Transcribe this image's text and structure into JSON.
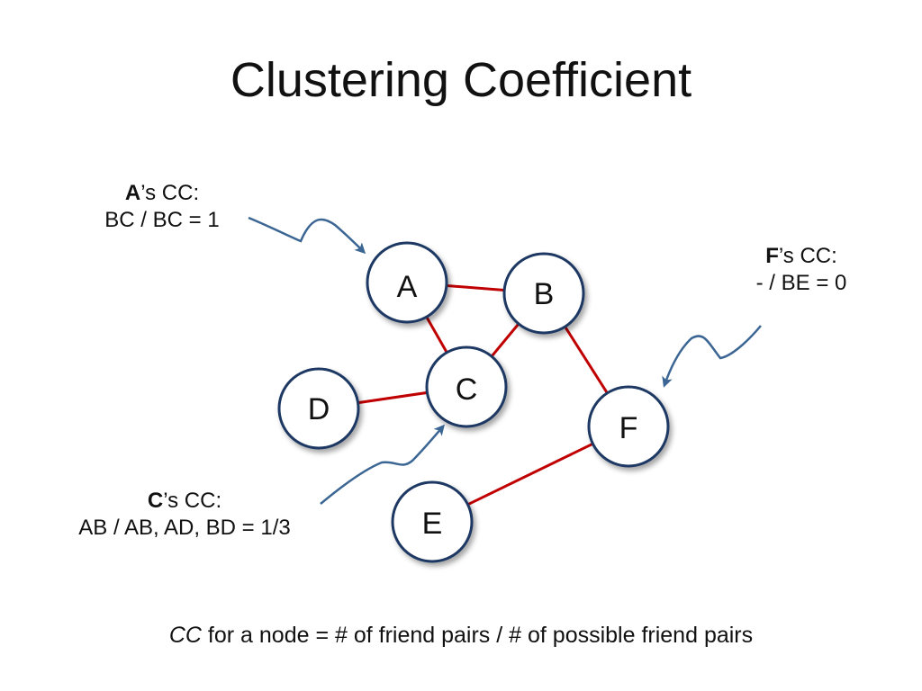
{
  "slide": {
    "title": "Clustering Coefficient",
    "footer": {
      "term": "CC",
      "text": " for a node = # of friend pairs / # of possible friend pairs"
    }
  },
  "diagram": {
    "node_labels": {
      "A": "A",
      "B": "B",
      "C": "C",
      "D": "D",
      "E": "E",
      "F": "F"
    },
    "edges": [
      [
        "A",
        "B"
      ],
      [
        "A",
        "C"
      ],
      [
        "B",
        "C"
      ],
      [
        "C",
        "D"
      ],
      [
        "B",
        "F"
      ],
      [
        "E",
        "F"
      ]
    ],
    "colors": {
      "edge": "#c00000",
      "node_stroke": "#1f3864",
      "arrow": "#3b6694"
    }
  },
  "annotations": {
    "a": {
      "name": "A",
      "suffix": "’s CC:",
      "formula": "BC / BC = 1"
    },
    "f": {
      "name": "F",
      "suffix": "’s CC:",
      "formula": "- / BE = 0"
    },
    "c": {
      "name": "C",
      "suffix": "’s CC:",
      "formula": "AB / AB, AD, BD = 1/3"
    }
  }
}
